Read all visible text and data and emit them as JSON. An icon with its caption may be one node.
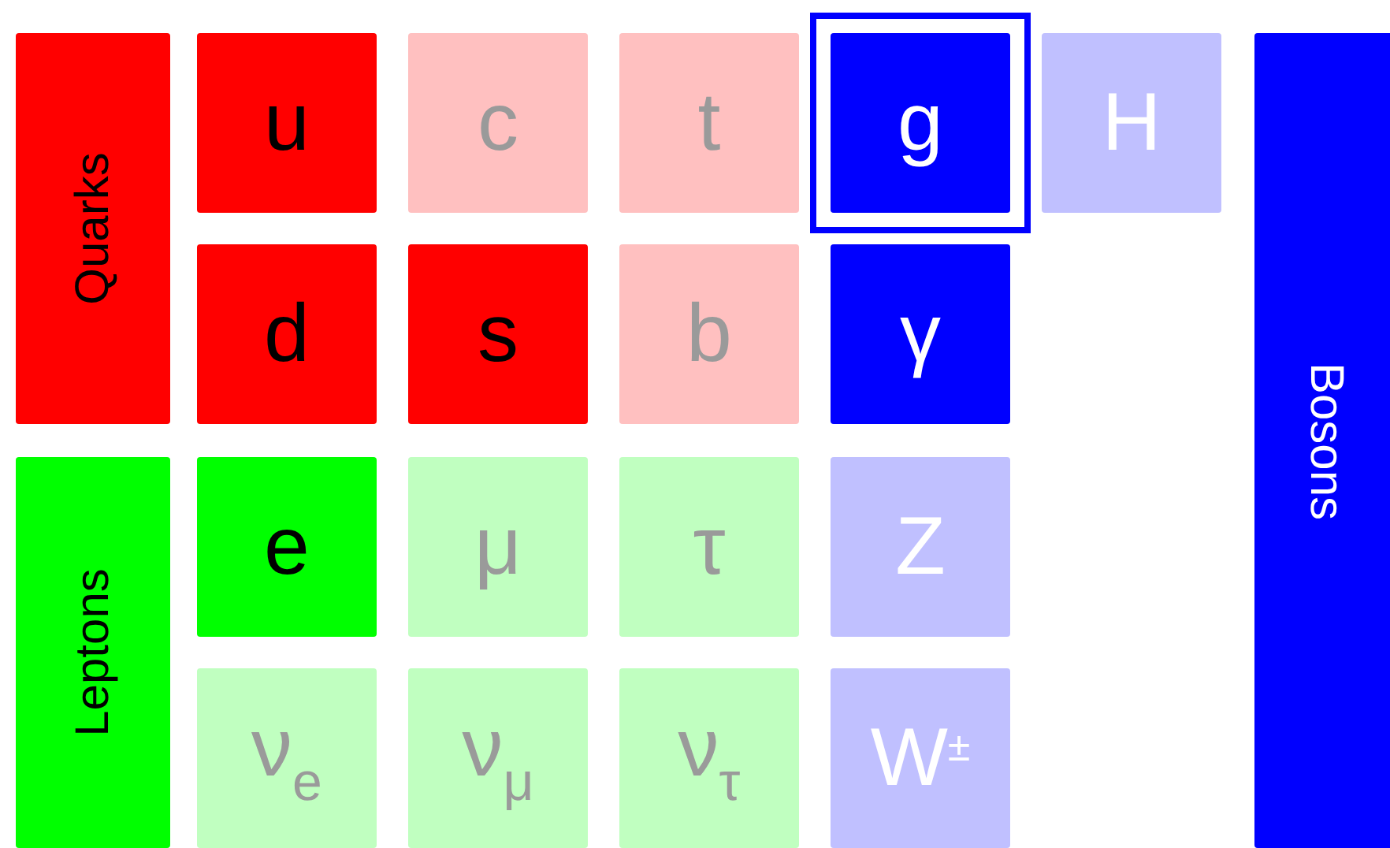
{
  "diagram": {
    "nodes": [
      {
        "text": [
          "Quarks"
        ]
      },
      {
        "text": [
          "u"
        ]
      },
      {
        "text": [
          "c"
        ]
      },
      {
        "text": [
          "t"
        ]
      },
      {
        "text": [
          "g"
        ]
      },
      {
        "text": [
          "H"
        ]
      },
      {
        "text": [
          "Bosons"
        ]
      },
      {
        "text": [
          "d"
        ]
      },
      {
        "text": [
          "s"
        ]
      },
      {
        "text": [
          "b"
        ]
      },
      {
        "text": [
          "γ"
        ]
      },
      {
        "text": [
          "Leptons"
        ]
      },
      {
        "text": [
          "e"
        ]
      },
      {
        "text": [
          "μ"
        ]
      },
      {
        "text": [
          "τ"
        ]
      },
      {
        "text": [
          "Z"
        ]
      },
      {
        "text": [
          "ν$_{e}$"
        ]
      },
      {
        "text": [
          "ν$_{μ}$"
        ]
      },
      {
        "text": [
          "ν$_{τ}$"
        ]
      },
      {
        "text": [
          "W$^{±}$"
        ]
      }
    ]
  }
}
